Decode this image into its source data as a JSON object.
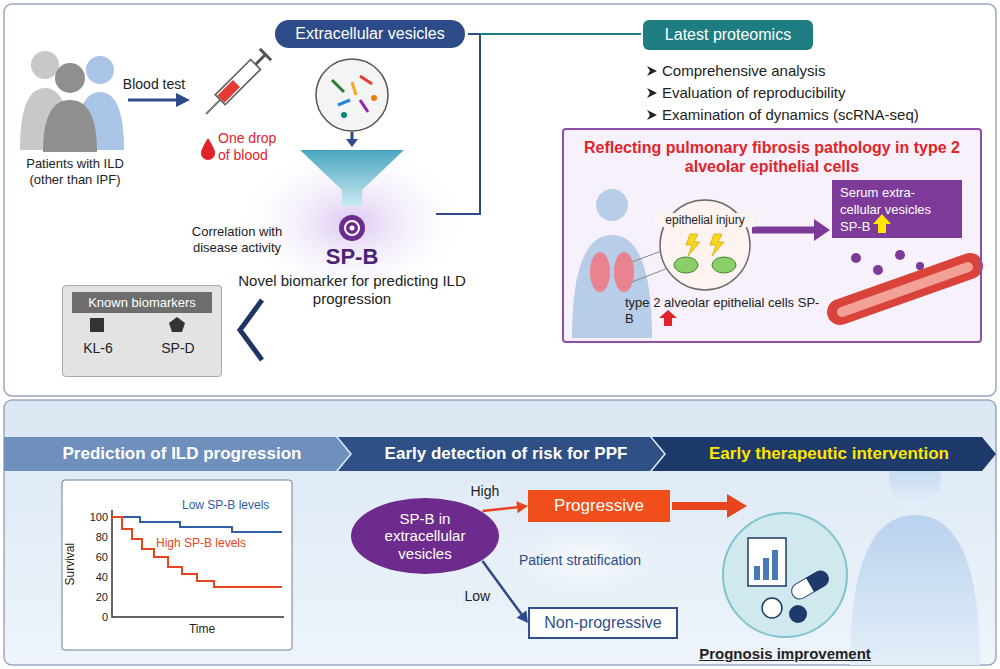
{
  "diagram": {
    "nodes": [
      {
        "text": [
          "Extracellular vesicles"
        ]
      },
      {
        "text": [
          "Latest proteomics"
        ]
      },
      {
        "text": [
          "Known biomarkers",
          "KL-6",
          "SP-D"
        ]
      },
      {
        "text": [
          "Reflecting pulmonary fibrosis pathology in type 2 alveolar epithelial cells"
        ]
      },
      {
        "text": [
          "Serum extra- cellular vesicles SP-B"
        ],
        "in": 3
      },
      {
        "text": [
          "Prediction of ILD progression"
        ]
      },
      {
        "text": [
          "Early detection of risk for PPF"
        ]
      },
      {
        "text": [
          "Early therapeutic intervention"
        ]
      },
      {
        "text": [
          "SP-B in extracellular vesicles"
        ]
      },
      {
        "text": [
          "Progressive"
        ]
      },
      {
        "text": [
          "Non-progressive"
        ]
      }
    ],
    "edges": [
      {
        "from": 8,
        "to": 9,
        "label": "High",
        "arrow": "to"
      },
      {
        "from": 8,
        "to": 10,
        "label": "Low",
        "arrow": "to"
      }
    ],
    "labels": [
      "Patients with ILD (other than IPF)",
      "Blood test",
      "One drop of blood",
      "Correlation with disease activity",
      "SP-B",
      "Novel biomarker for predicting ILD progression",
      "Comprehensive analysis",
      "Evaluation of reproducibility",
      "Examination of dynamics (scRNA-seq)",
      "epithelial injury",
      "type 2 alveolar epithelial cells SP-B",
      "100",
      "80",
      "60",
      "40",
      "20",
      "0",
      "Survival",
      "Time",
      "Low SP-B levels",
      "High SP-B levels",
      "Patient stratification",
      "Prognosis improvement"
    ]
  }
}
